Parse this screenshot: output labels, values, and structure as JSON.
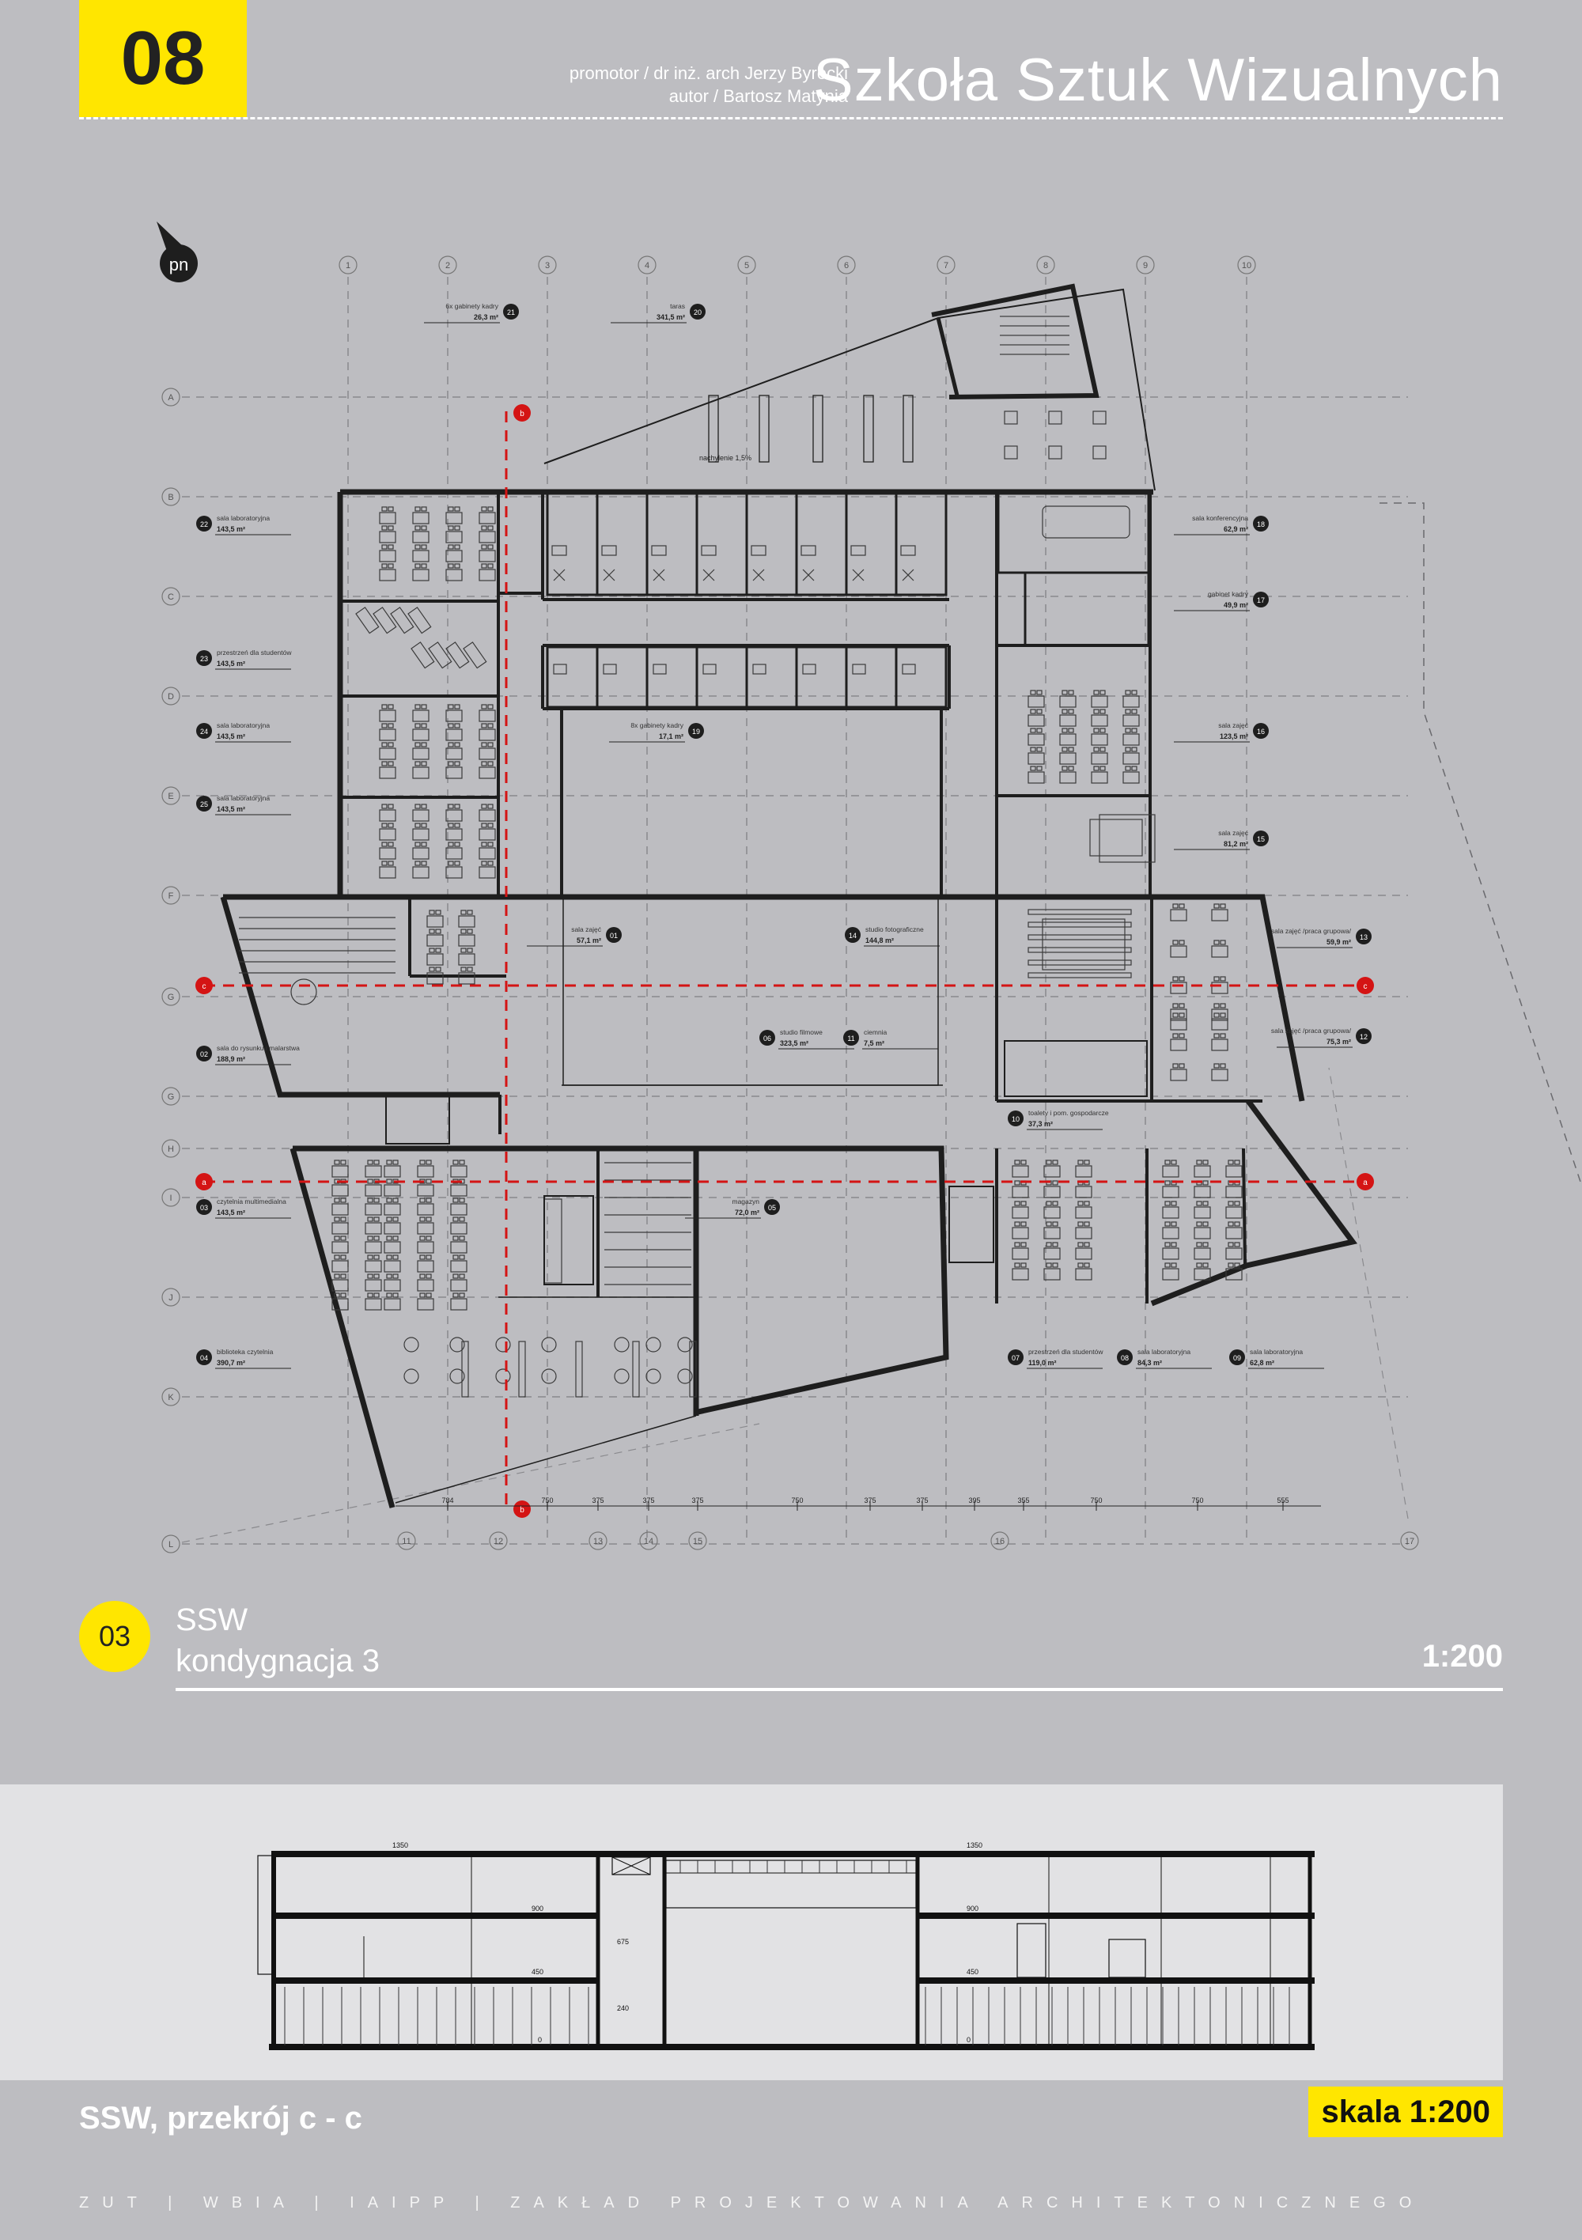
{
  "header": {
    "sheet_number": "08",
    "promotor": "promotor / dr inż. arch Jerzy Byrecki",
    "author": "autor / Bartosz Matynia",
    "title": "Szkoła Sztuk Wizualnych"
  },
  "plan": {
    "north_label": "pn",
    "grid_top": [
      "1",
      "2",
      "3",
      "4",
      "5",
      "6",
      "7",
      "8",
      "9",
      "10"
    ],
    "grid_bottom": [
      "11",
      "12",
      "13",
      "14",
      "15",
      "16",
      "17"
    ],
    "grid_left": [
      "A",
      "B",
      "C",
      "D",
      "E",
      "F",
      "G",
      "G",
      "H",
      "I",
      "J",
      "K",
      "L"
    ],
    "rooms": [
      {
        "num": "21",
        "name": "6x gabinety kadry",
        "area": "26,3 m²"
      },
      {
        "num": "20",
        "name": "taras",
        "area": "341,5 m²"
      },
      {
        "num": "22",
        "name": "sala laboratoryjna",
        "area": "143,5 m²"
      },
      {
        "num": "23",
        "name": "przestrzeń dla studentów",
        "area": "143,5 m²"
      },
      {
        "num": "24",
        "name": "sala laboratoryjna",
        "area": "143,5 m²"
      },
      {
        "num": "25",
        "name": "sala laboratoryjna",
        "area": "143,5 m²"
      },
      {
        "num": "19",
        "name": "8x gabinety kadry",
        "area": "17,1 m²"
      },
      {
        "num": "18",
        "name": "sala konferencyjna",
        "area": "62,9 m²"
      },
      {
        "num": "17",
        "name": "gabinet kadry",
        "area": "49,9 m²"
      },
      {
        "num": "16",
        "name": "sala zajęć",
        "area": "123,5 m²"
      },
      {
        "num": "15",
        "name": "sala zajęć",
        "area": "81,2 m²"
      },
      {
        "num": "01",
        "name": "sala zajęć",
        "area": "57,1 m²"
      },
      {
        "num": "14",
        "name": "studio fotograficzne",
        "area": "144,8 m²"
      },
      {
        "num": "13",
        "name": "sala zajęć /praca grupowa/",
        "area": "59,9 m²"
      },
      {
        "num": "12",
        "name": "sala zajęć /praca grupowa/",
        "area": "75,3 m²"
      },
      {
        "num": "02",
        "name": "sala do rysunku i malarstwa",
        "area": "188,9 m²"
      },
      {
        "num": "06",
        "name": "studio filmowe",
        "area": "323,5 m²"
      },
      {
        "num": "11",
        "name": "ciemnia",
        "area": "7,5 m²"
      },
      {
        "num": "10",
        "name": "toalety i pom. gospodarcze",
        "area": "37,3 m²"
      },
      {
        "num": "03",
        "name": "czytelnia multimedialna",
        "area": "143,5 m²"
      },
      {
        "num": "05",
        "name": "magazyn",
        "area": "72,0 m²"
      },
      {
        "num": "04",
        "name": "biblioteka czytelnia",
        "area": "390,7 m²"
      },
      {
        "num": "07",
        "name": "przestrzeń dla studentów",
        "area": "119,0 m²"
      },
      {
        "num": "08",
        "name": "sala laboratoryjna",
        "area": "84,3 m²"
      },
      {
        "num": "09",
        "name": "sala laboratoryjna",
        "area": "62,8 m²"
      }
    ],
    "slope_note": "nachylenie 1,5%",
    "section_markers": [
      "c",
      "c",
      "a",
      "a",
      "b",
      "b"
    ],
    "dims_bottom": [
      "784",
      "750",
      "375",
      "375",
      "375",
      "750",
      "375",
      "375",
      "395",
      "355",
      "750",
      "750",
      "555"
    ]
  },
  "caption": {
    "badge": "03",
    "line1": "SSW",
    "line2": "kondygnacja 3",
    "scale": "1:200"
  },
  "section": {
    "levels": [
      "1350",
      "1350",
      "900",
      "900",
      "675",
      "450",
      "450",
      "240",
      "0",
      "0"
    ],
    "caption": "SSW, przekrój c - c",
    "scale": "skala 1:200"
  },
  "footer": "ZUT | WBIA | IAIPP | ZAKŁAD PROJEKTOWANIA ARCHITEKTONICZNEGO",
  "colors": {
    "background": "#bdbdc1",
    "accent": "#ffe600",
    "lines": "#1e1e1e",
    "marker": "#d41414"
  }
}
